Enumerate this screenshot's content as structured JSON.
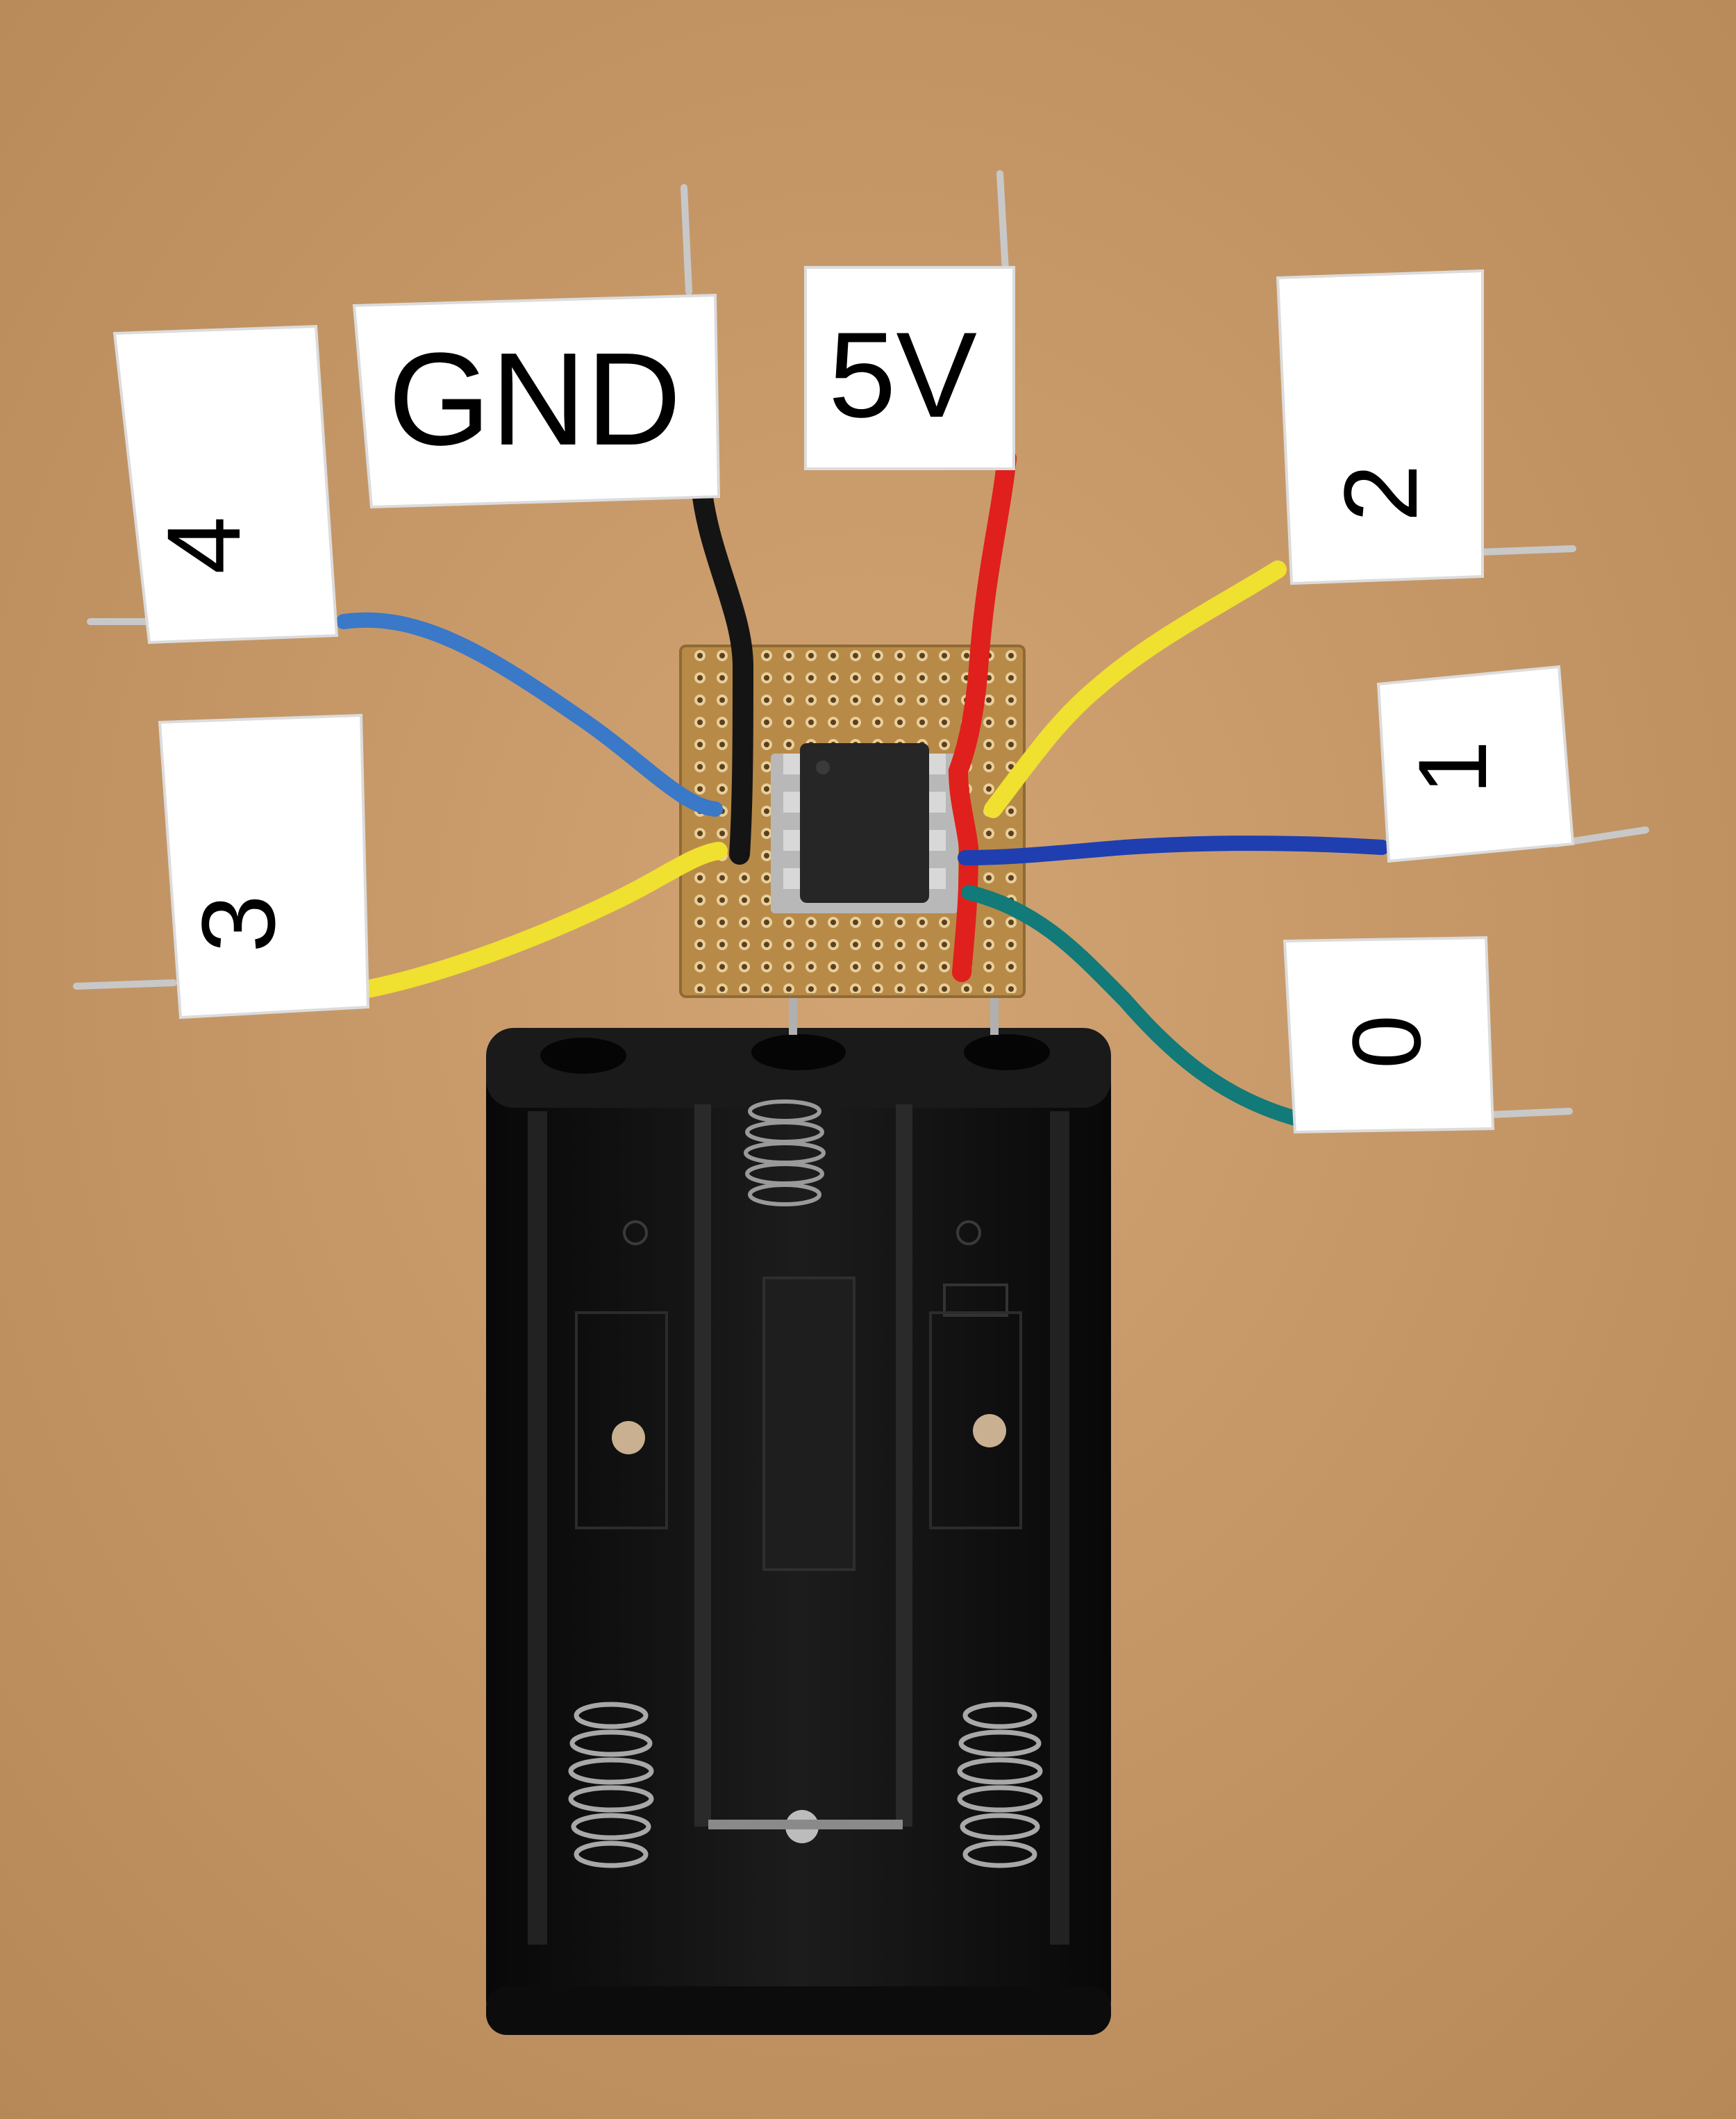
{
  "labels": {
    "gnd": "GND",
    "v5": "5V",
    "pin4": "4",
    "pin3": "3",
    "pin2": "2",
    "pin1": "1",
    "pin0": "0"
  },
  "colors": {
    "desk": "#c89a68",
    "wire_black": "#141414",
    "wire_red": "#e0201c",
    "wire_blue_light": "#3a78c8",
    "wire_blue_dark": "#1f3fb0",
    "wire_yellow": "#f0e030",
    "wire_teal": "#127a78",
    "pcb": "#b88a48",
    "battery_holder": "#121212"
  }
}
